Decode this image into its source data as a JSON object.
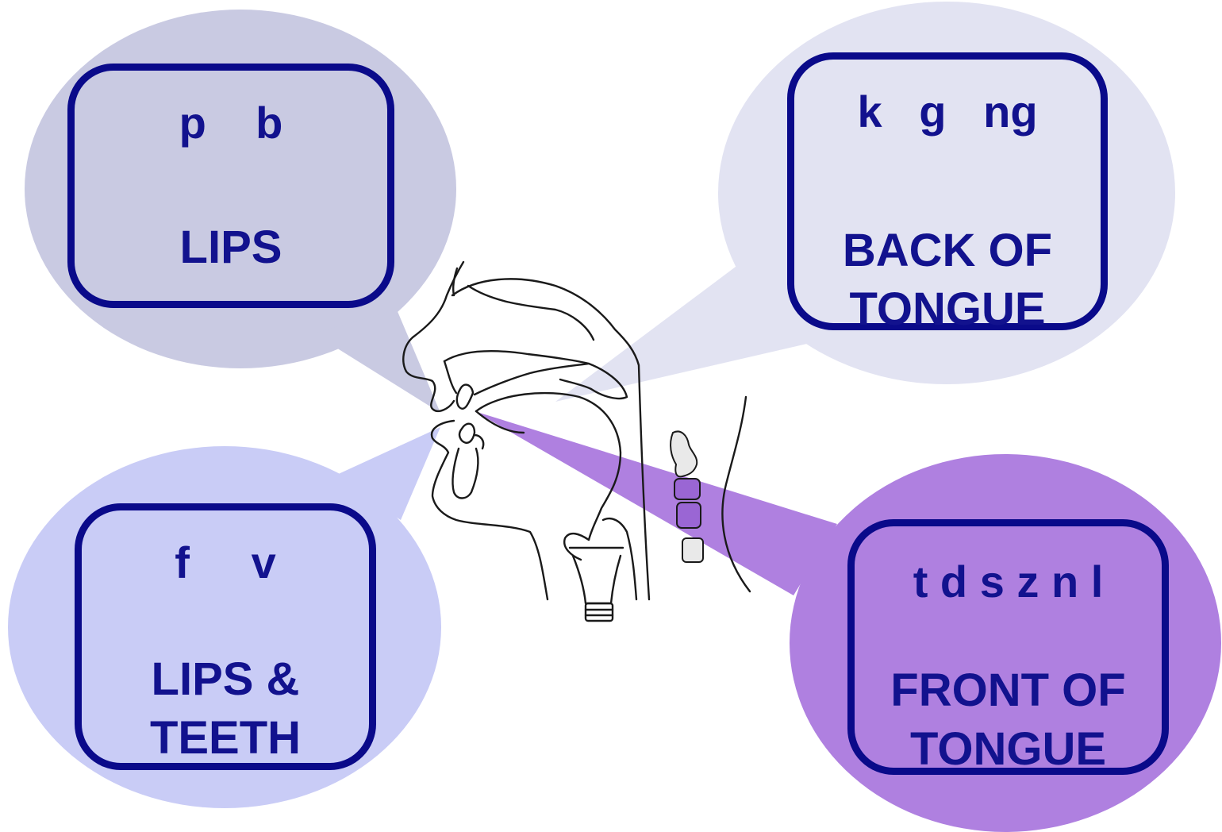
{
  "regions": [
    {
      "id": "lips",
      "sounds": "p    b",
      "place": "LIPS",
      "color": "#c9cae2"
    },
    {
      "id": "back",
      "sounds": "k   g   ng",
      "place": "BACK OF\nTONGUE",
      "color": "#e2e3f2"
    },
    {
      "id": "labiodental",
      "sounds": "f     v",
      "place": "LIPS &\nTEETH",
      "color": "#c9ccf6"
    },
    {
      "id": "front",
      "sounds": "t d s z n l",
      "place": "FRONT OF\nTONGUE",
      "color": "#af80e0"
    }
  ],
  "colors": {
    "box_border": "#0a0a8a",
    "label_text": "#12128e",
    "line_drawing": "#1a1a1a",
    "vertebra_highlight": "#9a66d4"
  }
}
